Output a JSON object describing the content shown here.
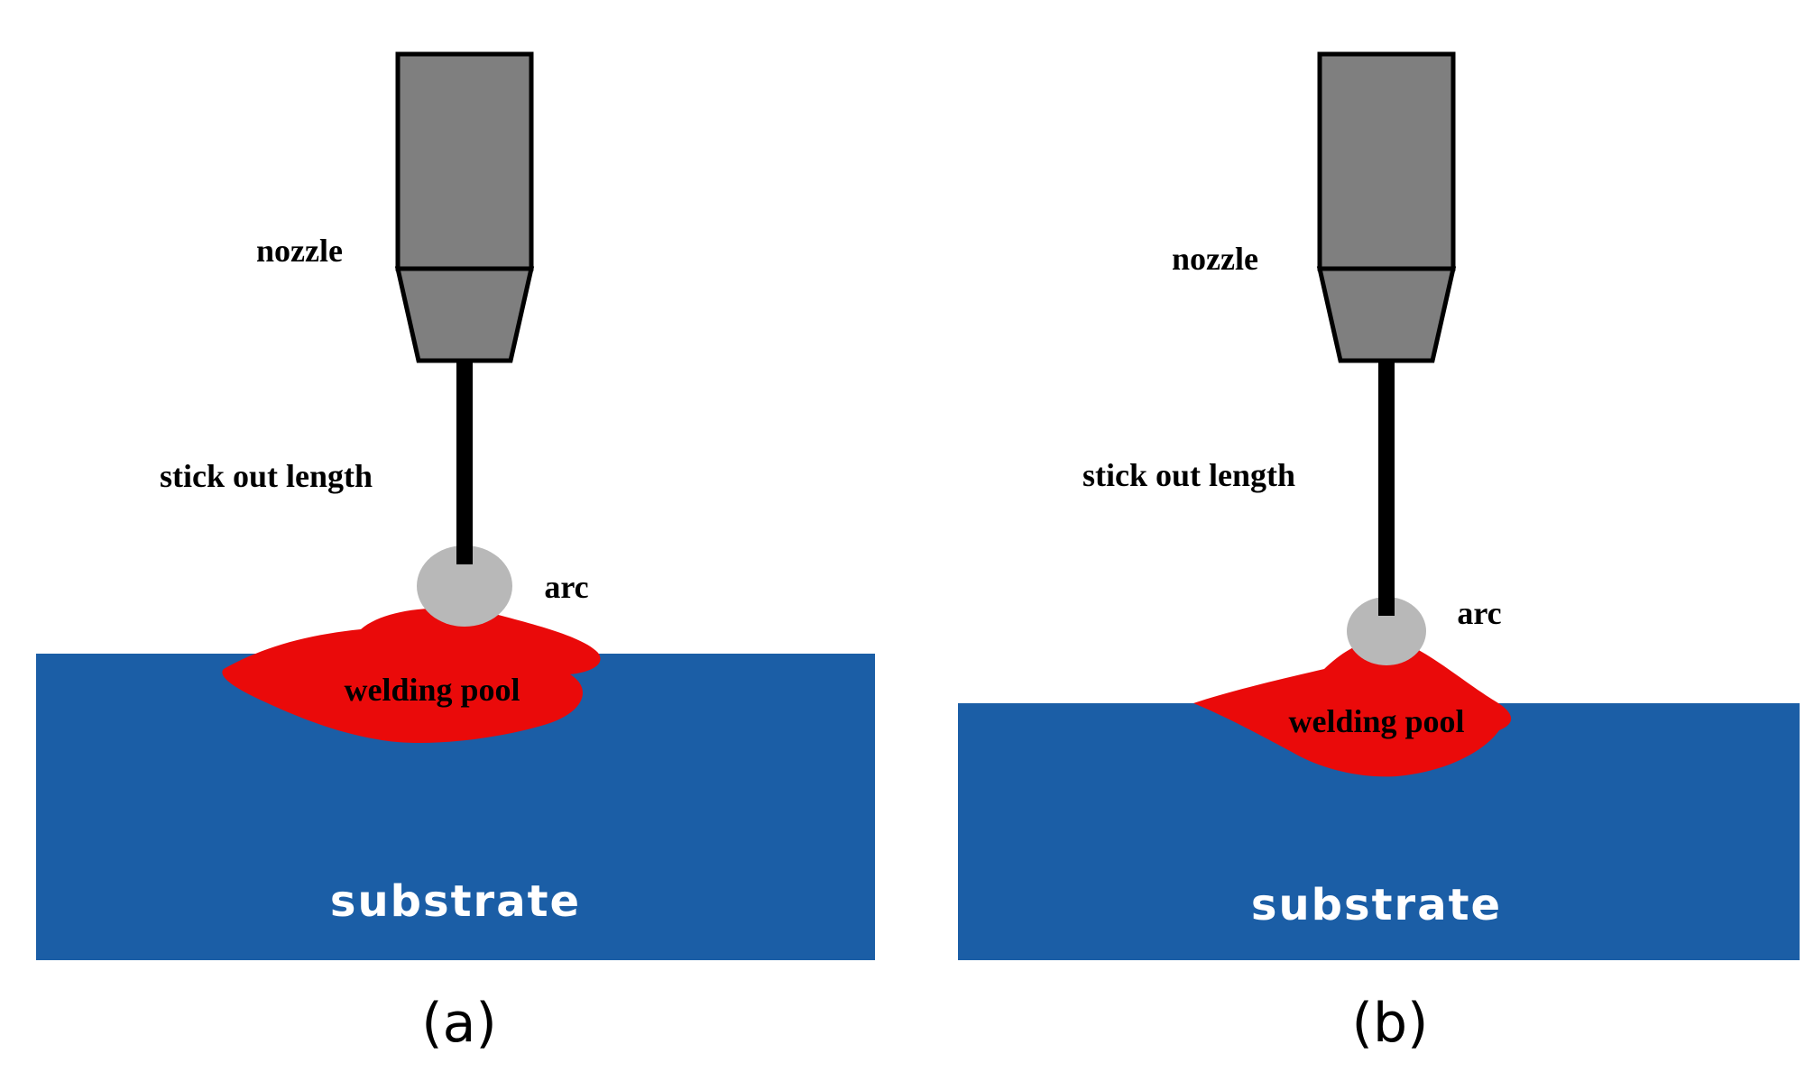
{
  "figure": {
    "panels": [
      {
        "caption": "(a)",
        "labels": {
          "nozzle": "nozzle",
          "stick_out_length": "stick out length",
          "arc": "arc",
          "welding_pool": "welding pool",
          "substrate": "substrate"
        }
      },
      {
        "caption": "(b)",
        "labels": {
          "nozzle": "nozzle",
          "stick_out_length": "stick out length",
          "arc": "arc",
          "welding_pool": "welding pool",
          "substrate": "substrate"
        }
      }
    ],
    "colors": {
      "background": "#ffffff",
      "nozzle_gray": "#7f7f7f",
      "arc_gray": "#b8b8b8",
      "pool_red": "#ea0a0a",
      "substrate_blue": "#1b5ea6",
      "wire_black": "#000000",
      "outline_black": "#000000"
    }
  }
}
